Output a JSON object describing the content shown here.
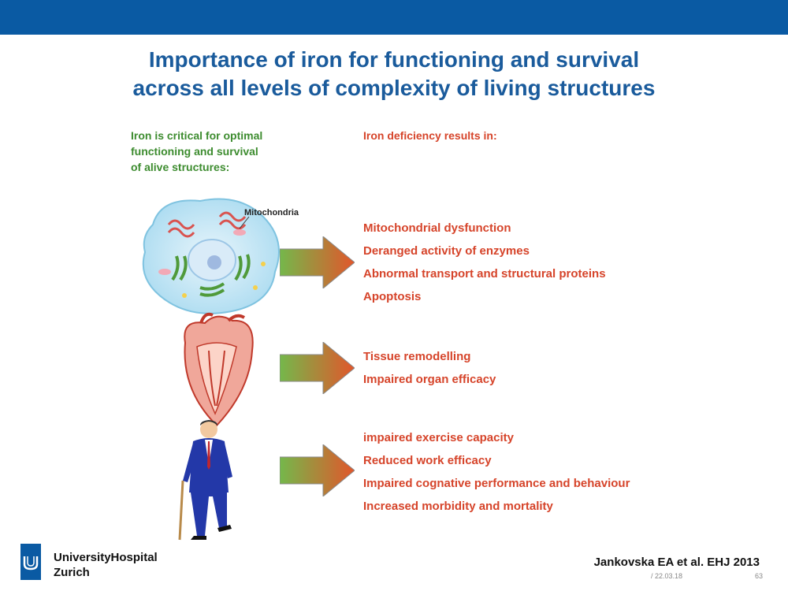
{
  "slide": {
    "title_line1": "Importance of iron for functioning and survival",
    "title_line2": "across all levels of complexity of living structures"
  },
  "figure": {
    "intro_lines": [
      "Iron is critical for optimal",
      "functioning and survival",
      "of alive structures:"
    ],
    "deficiency_heading": "Iron deficiency results in:",
    "mito_label": "Mitochondria",
    "cell_effects": [
      "Mitochondrial dysfunction",
      "Deranged activity of enzymes",
      "Abnormal transport and structural proteins",
      "Apoptosis"
    ],
    "organ_effects": [
      "Tissue remodelling",
      "Impaired organ efficacy"
    ],
    "person_effects": [
      "impaired exercise capacity",
      "Reduced work efficacy",
      "Impaired cognative performance and behaviour",
      "Increased morbidity and mortality"
    ]
  },
  "footer": {
    "logo_line1": "UniversityHospital",
    "logo_line2": "Zurich",
    "citation": "Jankovska EA et al. EHJ 2013",
    "date": "/  22.03.18",
    "page": "63"
  },
  "colors": {
    "brand_blue": "#0a5aa3",
    "title_blue": "#1a5b9c",
    "intro_green": "#3d8c2f",
    "effect_red": "#d6442a"
  }
}
